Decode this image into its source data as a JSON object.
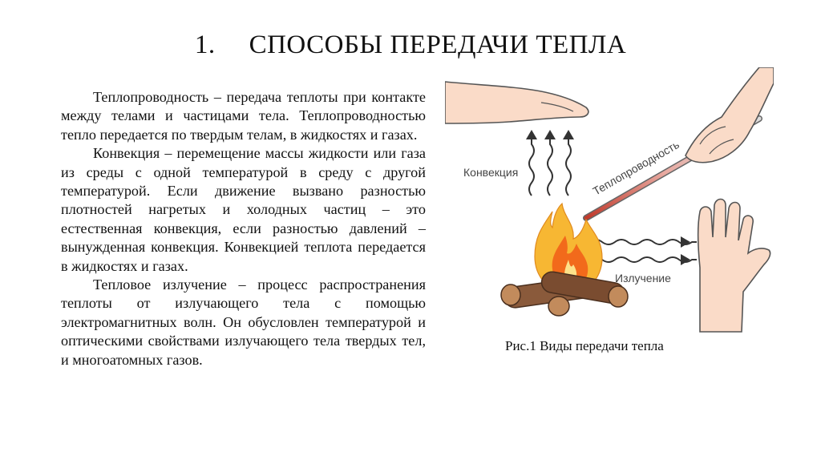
{
  "title": {
    "number": "1.",
    "text": "СПОСОБЫ ПЕРЕДАЧИ ТЕПЛА"
  },
  "paragraphs": [
    "Теплопроводность – передача теплоты при контакте между телами и частицами тела. Теплопроводностью тепло передается по твердым телам, в жидкостях и газах.",
    "Конвекция – перемещение массы жидкости или газа из среды с одной температурой в среду с другой температурой. Если движение вызвано разностью плотностей нагретых и холодных частиц – это естественная конвекция, если разностью давлений – вынужденная конвекция. Конвекцией теплота передается в жидкостях и газах.",
    "Тепловое излучение – процесс распространения теплоты от излучающего тела с помощью электромагнитных волн. Он обусловлен температурой и оптическими свойствами излучающего тела твердых тел, и многоатомных газов."
  ],
  "figure": {
    "labels": {
      "convection": "Конвекция",
      "conduction": "Теплопроводность",
      "radiation": "Излучение"
    },
    "icons": [
      "hand-icon",
      "fire-icon",
      "rod-icon",
      "wave-arrow-icon",
      "open-palm-icon"
    ],
    "colors": {
      "skin": "#fadbc8",
      "skin_outline": "#555555",
      "flame_outer": "#f7b733",
      "flame_inner": "#f26a1b",
      "wood": "#8a5a3b"
    }
  },
  "caption": "Рис.1 Виды передачи тепла"
}
